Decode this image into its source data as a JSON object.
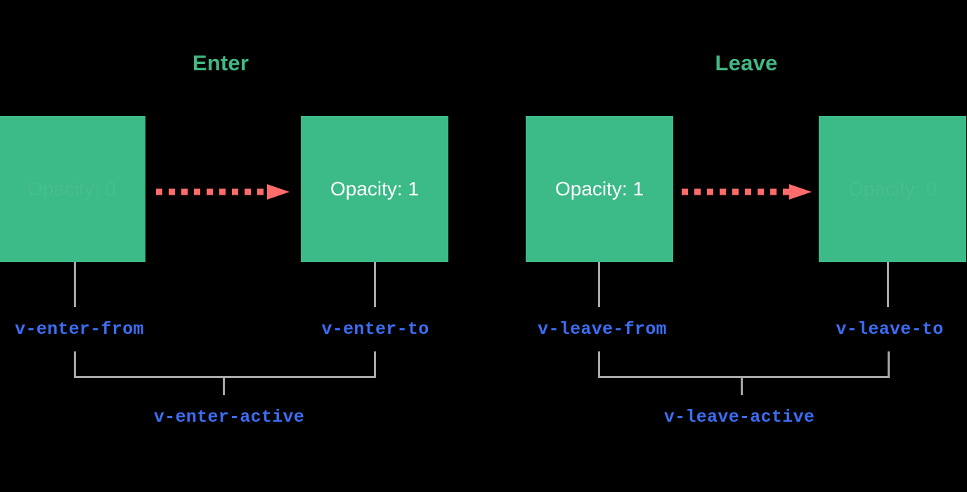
{
  "diagram": {
    "background_color": "#000000",
    "accent_green": "#42b883",
    "box_green": "#3cba87",
    "arrow_color": "#ff6b6b",
    "label_blue": "#3b6ef5",
    "connector_gray": "#a8a8a8"
  },
  "sections": [
    {
      "title": "Enter",
      "from_box": {
        "label": "Opacity: 0",
        "faded": true
      },
      "to_box": {
        "label": "Opacity: 1",
        "faded": false
      },
      "from_class": "v-enter-from",
      "to_class": "v-enter-to",
      "active_class": "v-enter-active",
      "arrow": "dashed-arrow-right-icon"
    },
    {
      "title": "Leave",
      "from_box": {
        "label": "Opacity: 1",
        "faded": false
      },
      "to_box": {
        "label": "Opacity: 0",
        "faded": true
      },
      "from_class": "v-leave-from",
      "to_class": "v-leave-to",
      "active_class": "v-leave-active",
      "arrow": "dashed-arrow-right-icon"
    }
  ]
}
